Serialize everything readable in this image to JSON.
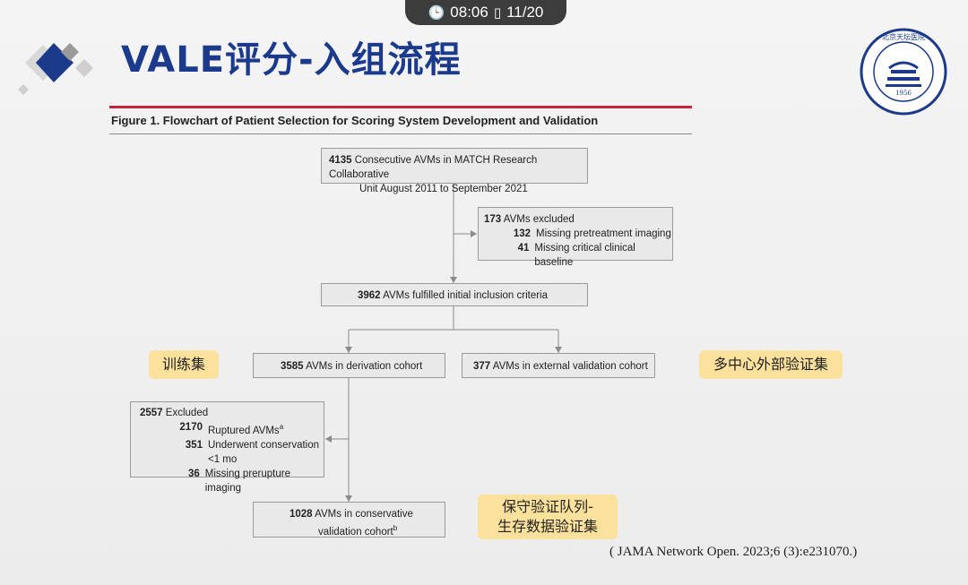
{
  "player": {
    "time": "08:06",
    "page": "11/20"
  },
  "slide": {
    "title": "VALE评分-入组流程"
  },
  "figure": {
    "caption": "Figure 1. Flowchart of Patient Selection for Scoring System Development and Validation"
  },
  "boxes": {
    "consecutive": {
      "n": "4135",
      "text1": "Consecutive AVMs in MATCH Research Collaborative",
      "text2": "Unit August 2011 to September 2021"
    },
    "excluded1": {
      "n": "173",
      "label": "AVMs excluded",
      "items": [
        {
          "n": "132",
          "text": "Missing pretreatment imaging"
        },
        {
          "n": "41",
          "text": "Missing critical clinical baseline"
        }
      ]
    },
    "fulfilled": {
      "n": "3962",
      "text": "AVMs fulfilled initial inclusion criteria"
    },
    "derivation": {
      "n": "3585",
      "text": "AVMs in derivation cohort"
    },
    "external": {
      "n": "377",
      "text": "AVMs in external validation cohort"
    },
    "excluded2": {
      "n": "2557",
      "label": "Excluded",
      "items": [
        {
          "n": "2170",
          "text": "Ruptured AVMs",
          "sup": "a"
        },
        {
          "n": "351",
          "text": "Underwent conservation",
          "text2": "<1 mo"
        },
        {
          "n": "36",
          "text": "Missing prerupture imaging"
        }
      ]
    },
    "conservative": {
      "n": "1028",
      "text1": "AVMs in conservative",
      "text2": "validation cohort",
      "sup": "b"
    }
  },
  "tags": {
    "training": "训练集",
    "multicenter": "多中心外部验证集",
    "conservative_line1": "保守验证队列-",
    "conservative_line2": "生存数据验证集"
  },
  "citation": "( JAMA Network Open. 2023;6 (3):e231070.)",
  "colors": {
    "title": "#1b3a8c",
    "rule": "#c8243c",
    "tag": "#fbe19b",
    "box": "#e9e9e9"
  }
}
